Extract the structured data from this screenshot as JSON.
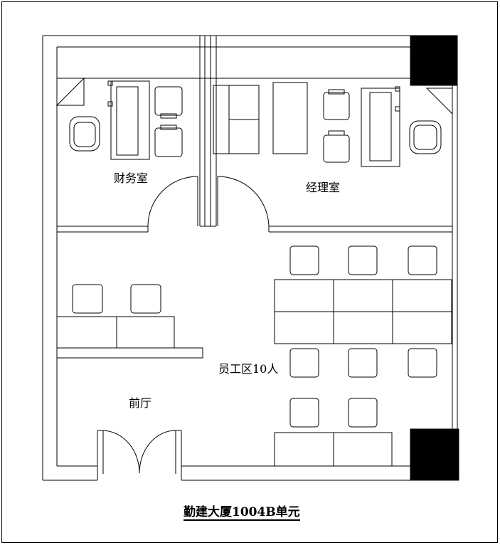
{
  "title": "勤建大厦1004B单元",
  "rooms": {
    "finance": "财务室",
    "manager": "经理室",
    "staff": "员工区10人",
    "lobby": "前厅"
  }
}
